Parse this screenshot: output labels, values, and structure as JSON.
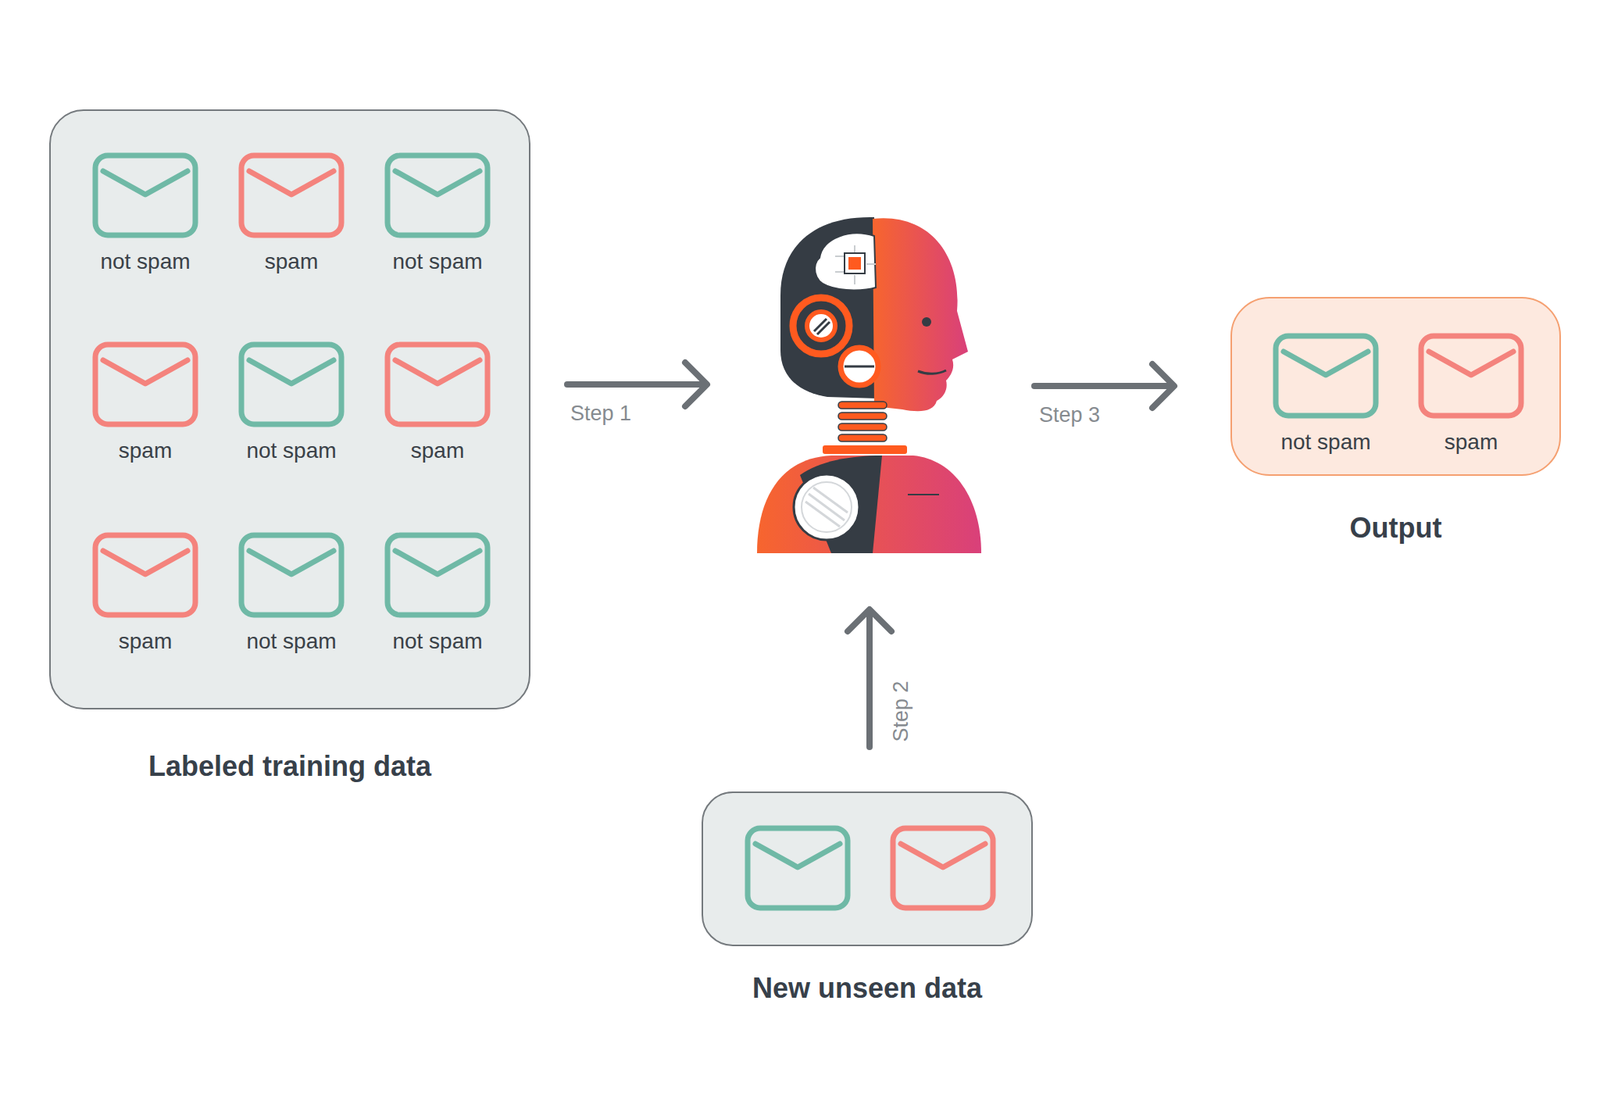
{
  "diagram": {
    "nodes": [
      {
        "text": [
          "Labeled training data"
        ]
      },
      {
        "text": [
          "not spam"
        ],
        "in": 0
      },
      {
        "text": [
          "spam"
        ],
        "in": 0
      },
      {
        "text": [
          "not spam"
        ],
        "in": 0
      },
      {
        "text": [
          "spam"
        ],
        "in": 0
      },
      {
        "text": [
          "not spam"
        ],
        "in": 0
      },
      {
        "text": [
          "spam"
        ],
        "in": 0
      },
      {
        "text": [
          "spam"
        ],
        "in": 0
      },
      {
        "text": [
          "not spam"
        ],
        "in": 0
      },
      {
        "text": [
          "not spam"
        ],
        "in": 0
      },
      {
        "text": [
          "New unseen data"
        ]
      },
      {
        "text": [
          "Output"
        ]
      },
      {
        "text": [
          "not spam"
        ],
        "in": 11
      },
      {
        "text": [
          "spam"
        ],
        "in": 11
      }
    ],
    "labels": [
      "Step 1",
      "Step 2",
      "Step 3"
    ]
  }
}
